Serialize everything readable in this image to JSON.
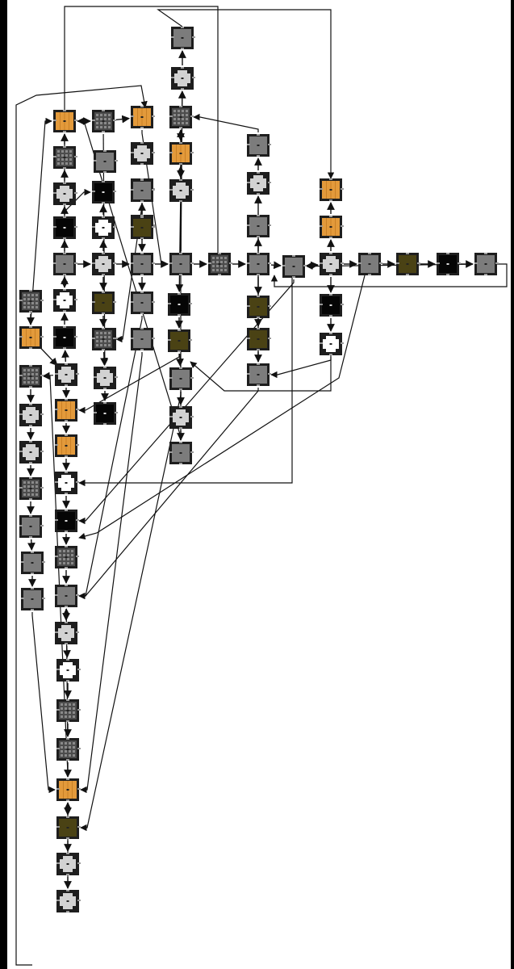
{
  "diagram": {
    "colors": {
      "orange": "#e39a3b",
      "gray": "#7c7c7c",
      "light": "#d2d2d2",
      "white": "#ffffff",
      "black": "#050505",
      "olive": "#4a4214",
      "dark": "#4c4c4c",
      "edge": "#111111",
      "frame": "#1e1e1e"
    },
    "rooms": [
      {
        "id": "a1",
        "t": "orange"
      },
      {
        "id": "a2",
        "t": "dark"
      },
      {
        "id": "a3",
        "t": "light"
      },
      {
        "id": "a4",
        "t": "black"
      },
      {
        "id": "a5",
        "t": "gray"
      },
      {
        "id": "a6",
        "t": "white"
      },
      {
        "id": "a7",
        "t": "black"
      },
      {
        "id": "a8",
        "t": "light"
      },
      {
        "id": "a9",
        "t": "orange"
      },
      {
        "id": "a10",
        "t": "orange"
      },
      {
        "id": "a11",
        "t": "white"
      },
      {
        "id": "a12",
        "t": "black"
      },
      {
        "id": "a13",
        "t": "dark"
      },
      {
        "id": "a14",
        "t": "gray"
      },
      {
        "id": "a15",
        "t": "light"
      },
      {
        "id": "a16",
        "t": "white"
      },
      {
        "id": "a17",
        "t": "dark"
      },
      {
        "id": "a18",
        "t": "dark"
      },
      {
        "id": "a19",
        "t": "orange"
      },
      {
        "id": "a20",
        "t": "olive"
      },
      {
        "id": "a21",
        "t": "light"
      },
      {
        "id": "a22",
        "t": "light"
      },
      {
        "id": "b1",
        "t": "dark"
      },
      {
        "id": "b2",
        "t": "orange"
      },
      {
        "id": "b3",
        "t": "light"
      },
      {
        "id": "b4",
        "t": "light"
      },
      {
        "id": "b5",
        "t": "dark"
      },
      {
        "id": "b6",
        "t": "gray"
      },
      {
        "id": "b7",
        "t": "gray"
      },
      {
        "id": "b8",
        "t": "gray"
      },
      {
        "id": "c1",
        "t": "gray"
      },
      {
        "id": "c2",
        "t": "black"
      },
      {
        "id": "c3",
        "t": "white"
      },
      {
        "id": "c4",
        "t": "light"
      },
      {
        "id": "c5",
        "t": "olive"
      },
      {
        "id": "c6",
        "t": "dark"
      },
      {
        "id": "c7",
        "t": "light"
      },
      {
        "id": "c8",
        "t": "black"
      },
      {
        "id": "d1",
        "t": "gray"
      },
      {
        "id": "d2",
        "t": "gray"
      },
      {
        "id": "d3",
        "t": "black"
      },
      {
        "id": "d4",
        "t": "olive"
      },
      {
        "id": "d5",
        "t": "gray"
      },
      {
        "id": "d6",
        "t": "gray"
      },
      {
        "id": "e1",
        "t": "gray"
      },
      {
        "id": "e2",
        "t": "light"
      },
      {
        "id": "e3",
        "t": "gray"
      },
      {
        "id": "e4",
        "t": "dark"
      },
      {
        "id": "e5",
        "t": "orange"
      },
      {
        "id": "e6",
        "t": "light"
      },
      {
        "id": "e7",
        "t": "black"
      },
      {
        "id": "e8",
        "t": "olive"
      },
      {
        "id": "e9",
        "t": "gray"
      },
      {
        "id": "e10",
        "t": "light"
      },
      {
        "id": "e11",
        "t": "gray"
      },
      {
        "id": "f1",
        "t": "dark"
      },
      {
        "id": "g1",
        "t": "gray"
      },
      {
        "id": "g2",
        "t": "light"
      },
      {
        "id": "g3",
        "t": "gray"
      },
      {
        "id": "g4",
        "t": "olive"
      },
      {
        "id": "g5",
        "t": "olive"
      },
      {
        "id": "g6",
        "t": "gray"
      },
      {
        "id": "g7",
        "t": "gray"
      },
      {
        "id": "h1",
        "t": "gray"
      },
      {
        "id": "i1",
        "t": "orange"
      },
      {
        "id": "i2",
        "t": "orange"
      },
      {
        "id": "i3",
        "t": "light"
      },
      {
        "id": "i4",
        "t": "black"
      },
      {
        "id": "i5",
        "t": "white"
      },
      {
        "id": "j1",
        "t": "gray"
      },
      {
        "id": "k1",
        "t": "olive"
      },
      {
        "id": "l1",
        "t": "black"
      },
      {
        "id": "m1",
        "t": "gray"
      },
      {
        "id": "z1",
        "t": "dark"
      },
      {
        "id": "z2",
        "t": "orange"
      },
      {
        "id": "z3",
        "t": "dark"
      },
      {
        "id": "z4",
        "t": "light"
      },
      {
        "id": "z5",
        "t": "light"
      },
      {
        "id": "z6",
        "t": "dark"
      },
      {
        "id": "z7",
        "t": "gray"
      },
      {
        "id": "z8",
        "t": "gray"
      },
      {
        "id": "z9",
        "t": "gray"
      }
    ],
    "edges": [
      [
        "a2",
        "a1"
      ],
      [
        "a3",
        "a2"
      ],
      [
        "a4",
        "a3"
      ],
      [
        "a5",
        "a4"
      ],
      [
        "a6",
        "a5"
      ],
      [
        "a7",
        "a6"
      ],
      [
        "a8",
        "a7"
      ],
      [
        "a8",
        "a9"
      ],
      [
        "a9",
        "a10"
      ],
      [
        "a10",
        "a11"
      ],
      [
        "a11",
        "a12"
      ],
      [
        "a12",
        "a13"
      ],
      [
        "a13",
        "a14"
      ],
      [
        "a14",
        "a15"
      ],
      [
        "a15",
        "a16"
      ],
      [
        "a16",
        "a17"
      ],
      [
        "a17",
        "a18"
      ],
      [
        "a18",
        "a19"
      ],
      [
        "a19",
        "a20"
      ],
      [
        "a20",
        "a21"
      ],
      [
        "a21",
        "a22"
      ],
      [
        "a5",
        "c4"
      ],
      [
        "c4",
        "d1"
      ],
      [
        "d1",
        "e3"
      ],
      [
        "e3",
        "f1"
      ],
      [
        "f1",
        "g3"
      ],
      [
        "g3",
        "h1"
      ],
      [
        "h1",
        "i3"
      ],
      [
        "i3",
        "j1"
      ],
      [
        "j1",
        "k1"
      ],
      [
        "k1",
        "l1"
      ],
      [
        "l1",
        "m1"
      ],
      [
        "a1",
        "b1"
      ],
      [
        "b1",
        "b2"
      ],
      [
        "c4",
        "c3"
      ],
      [
        "c3",
        "c2"
      ],
      [
        "c4",
        "c5"
      ],
      [
        "c5",
        "c6"
      ],
      [
        "c6",
        "c7"
      ],
      [
        "c7",
        "c8"
      ],
      [
        "d2",
        "d1"
      ],
      [
        "d3",
        "d2"
      ],
      [
        "d4",
        "d3"
      ],
      [
        "d1",
        "d5"
      ],
      [
        "e3",
        "e4"
      ],
      [
        "e4",
        "e5"
      ],
      [
        "e5",
        "e6"
      ],
      [
        "e6",
        "e7"
      ],
      [
        "e7",
        "e8"
      ],
      [
        "e8",
        "e9"
      ],
      [
        "e9",
        "e10"
      ],
      [
        "e10",
        "e11"
      ],
      [
        "e3",
        "e2"
      ],
      [
        "e2",
        "e1"
      ],
      [
        "g3",
        "g2"
      ],
      [
        "g2",
        "g1"
      ],
      [
        "g3",
        "g4"
      ],
      [
        "g4",
        "g5"
      ],
      [
        "g5",
        "g6"
      ],
      [
        "g6",
        "g7"
      ],
      [
        "i3",
        "i2"
      ],
      [
        "i2",
        "i1"
      ],
      [
        "i3",
        "i4"
      ],
      [
        "i4",
        "i5"
      ],
      [
        "z1",
        "z2"
      ],
      [
        "z2",
        "a8"
      ],
      [
        "z3",
        "z4"
      ],
      [
        "z4",
        "z5"
      ],
      [
        "z5",
        "z6"
      ],
      [
        "z6",
        "z7"
      ],
      [
        "z7",
        "z8"
      ],
      [
        "z8",
        "z9"
      ]
    ],
    "links": [
      [
        "a8",
        "z3"
      ],
      [
        "z2",
        "a1"
      ],
      [
        "z9",
        "a19"
      ],
      [
        "a22",
        "a19"
      ],
      [
        "e11",
        "a1"
      ],
      [
        "b1",
        "c7"
      ],
      [
        "b2",
        "e3"
      ],
      [
        "b6",
        "a14"
      ],
      [
        "d6",
        "a19"
      ],
      [
        "i5",
        "g6"
      ],
      [
        "h1",
        "a12"
      ],
      [
        "i3",
        "h1"
      ],
      [
        "m1",
        "h1"
      ],
      [
        "g1",
        "e4"
      ],
      [
        "g6",
        "a14"
      ],
      [
        "e8",
        "a9"
      ],
      [
        "e9",
        "a20"
      ],
      [
        "b4",
        "c6"
      ],
      [
        "a1",
        "a6"
      ],
      [
        "a18",
        "a14"
      ],
      [
        "e11",
        "e5"
      ],
      [
        "a19",
        "z3"
      ],
      [
        "a4",
        "c2"
      ]
    ]
  }
}
